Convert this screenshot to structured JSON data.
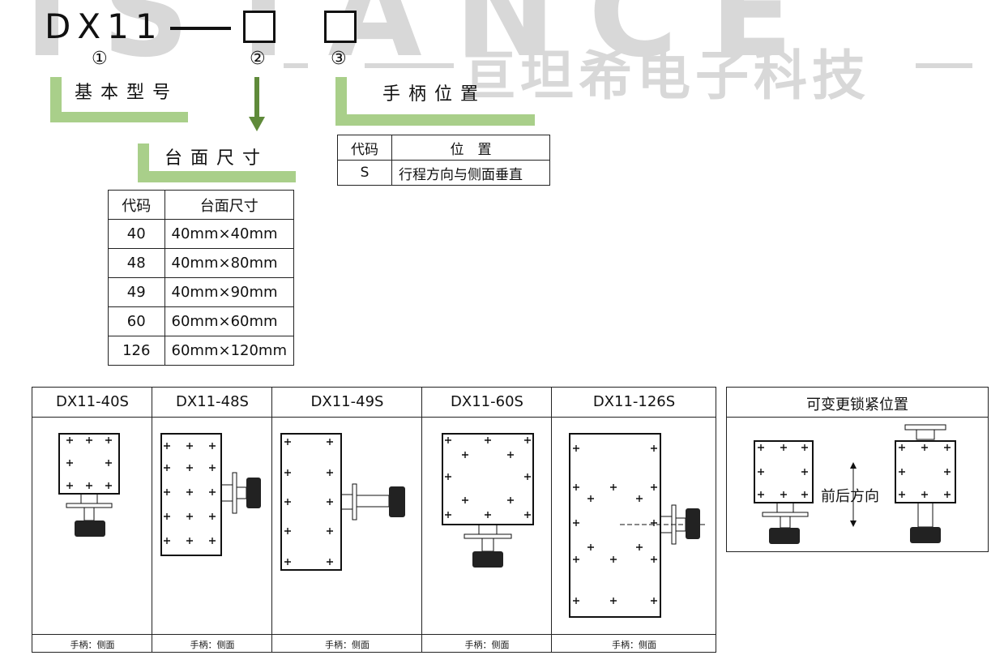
{
  "watermark": {
    "brand": "ISTANCE",
    "cn": "亘坦希电子科技"
  },
  "title": {
    "base": "DX11",
    "markers": [
      "①",
      "②",
      "③"
    ]
  },
  "labels": {
    "base_model": "基本型号",
    "table_size": "台面尺寸",
    "handle_pos": "手柄位置"
  },
  "size_table": {
    "headers": [
      "代码",
      "台面尺寸"
    ],
    "rows": [
      [
        "40",
        "40mm×40mm"
      ],
      [
        "48",
        "40mm×80mm"
      ],
      [
        "49",
        "40mm×90mm"
      ],
      [
        "60",
        "60mm×60mm"
      ],
      [
        "126",
        "60mm×120mm"
      ]
    ]
  },
  "handle_table": {
    "headers": [
      "代码",
      "位　置"
    ],
    "rows": [
      [
        "S",
        "行程方向与侧面垂直"
      ]
    ]
  },
  "models": [
    {
      "name": "DX11-40S",
      "foot": "手柄：侧面"
    },
    {
      "name": "DX11-48S",
      "foot": "手柄：侧面"
    },
    {
      "name": "DX11-49S",
      "foot": "手柄：侧面"
    },
    {
      "name": "DX11-60S",
      "foot": "手柄：侧面"
    },
    {
      "name": "DX11-126S",
      "foot": "手柄：侧面"
    }
  ],
  "lock_panel": {
    "title": "可变更锁紧位置",
    "direction": "前后方向"
  },
  "colors": {
    "green": "#a9cf8a",
    "arrow": "#5f8a3a",
    "watermark": "#d8d8d8"
  }
}
